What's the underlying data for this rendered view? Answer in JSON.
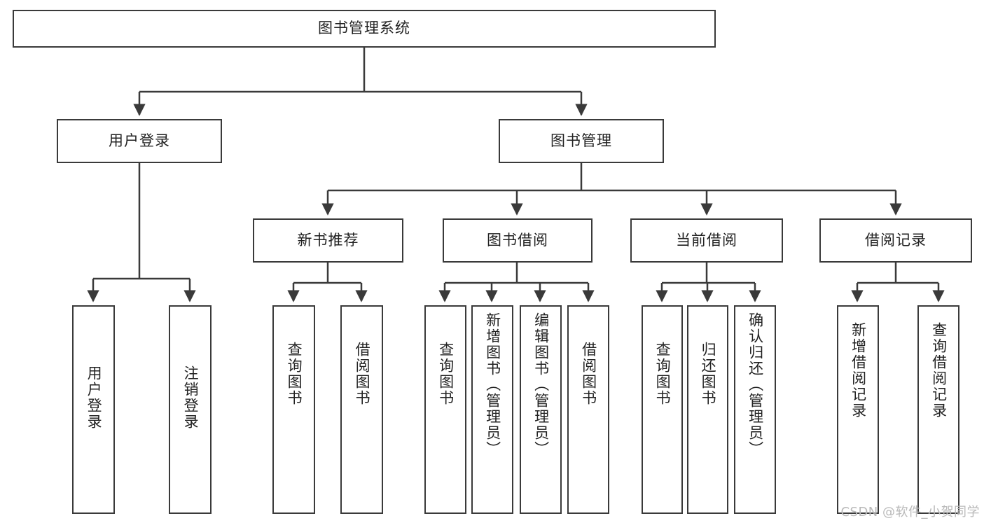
{
  "diagram": {
    "title": "图书管理系统",
    "type": "tree",
    "root": {
      "label": "图书管理系统"
    },
    "level2": [
      {
        "label": "用户登录"
      },
      {
        "label": "图书管理"
      }
    ],
    "level3": [
      {
        "label": "新书推荐"
      },
      {
        "label": "图书借阅"
      },
      {
        "label": "当前借阅"
      },
      {
        "label": "借阅记录"
      }
    ],
    "leaves": {
      "user_login": [
        {
          "label": "用户登录"
        },
        {
          "label": "注销登录"
        }
      ],
      "new_book_recommend": [
        {
          "label": "查询图书"
        },
        {
          "label": "借阅图书"
        }
      ],
      "book_borrow": [
        {
          "label": "查询图书"
        },
        {
          "label": "新增图书（管理员）"
        },
        {
          "label": "编辑图书（管理员）"
        },
        {
          "label": "借阅图书"
        }
      ],
      "current_borrow": [
        {
          "label": "查询图书"
        },
        {
          "label": "归还图书"
        },
        {
          "label": "确认归还（管理员）"
        }
      ],
      "borrow_records": [
        {
          "label": "新增借阅记录"
        },
        {
          "label": "查询借阅记录"
        }
      ]
    }
  },
  "watermark": {
    "text": "CSDN @软件_小贺同学"
  },
  "colors": {
    "stroke": "#3a3a3a",
    "text": "#222222",
    "background": "#ffffff",
    "watermark": "#b9b9b9"
  }
}
